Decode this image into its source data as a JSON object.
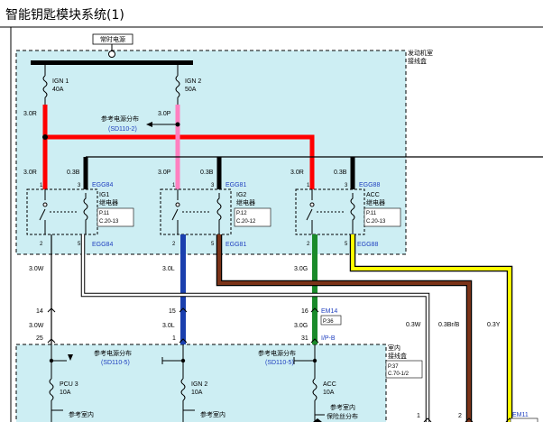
{
  "header": {
    "title": "智能钥匙模块系统(1)"
  },
  "power": {
    "label": "常时电源"
  },
  "engine_box": {
    "line1": "发动机室",
    "line2": "接线盒"
  },
  "indoor_box": {
    "line1": "室内",
    "line2": "接线盒",
    "ref": "P.37",
    "ref2": "C.70-1/2"
  },
  "fuses_top": [
    {
      "name": "IGN 1",
      "rating": "40A"
    },
    {
      "name": "IGN 2",
      "rating": "50A"
    }
  ],
  "fuses_bottom": [
    {
      "name": "PCU 3",
      "rating": "10A"
    },
    {
      "name": "IGN 2",
      "rating": "10A"
    },
    {
      "name": "ACC",
      "rating": "10A"
    }
  ],
  "refs": {
    "power_dist": "参考电源分布",
    "sd110_2": "(SD110-2)",
    "sd110_5": "(SD110-5)",
    "indoor_fuse_1": "参考室内",
    "indoor_fuse_2": "保险丝分布",
    "indoor_fuse_2a": "保险丝分布"
  },
  "relays": [
    {
      "name": "IG1",
      "type": "继电器",
      "page": "P.11",
      "conn": "C.20-13",
      "code": "EGG84"
    },
    {
      "name": "IG2",
      "type": "继电器",
      "page": "P.12",
      "conn": "C.20-12",
      "code": "EGG81"
    },
    {
      "name": "ACC",
      "type": "继电器",
      "page": "P.11",
      "conn": "C.20-13",
      "code": "EGG88"
    }
  ],
  "pins": {
    "p1": "1",
    "p2": "2",
    "p3": "3",
    "p5": "5"
  },
  "wires": {
    "w30R": "3.0R",
    "w30P": "3.0P",
    "w03B": "0.3B",
    "w30W": "3.0W",
    "w30L": "3.0L",
    "w30G": "3.0G",
    "w03W": "0.3W",
    "w03BrB": "0.3Br/B",
    "w03Y": "0.3Y"
  },
  "connectors": {
    "em14": "EM14",
    "em14_page": "P.36",
    "ipb": "I/P-B",
    "em11": "EM11",
    "n14": "14",
    "n15": "15",
    "n16": "16",
    "n25": "25",
    "n1": "1",
    "n31": "31",
    "n2": "2"
  },
  "colors": {
    "red": "#ff0000",
    "pink": "#ff80c0",
    "black": "#000000",
    "blue": "#1a3fae",
    "brown": "#7b3318",
    "green": "#1a8a2a",
    "yellow": "#ffff00",
    "panel": "#cdeef3"
  }
}
